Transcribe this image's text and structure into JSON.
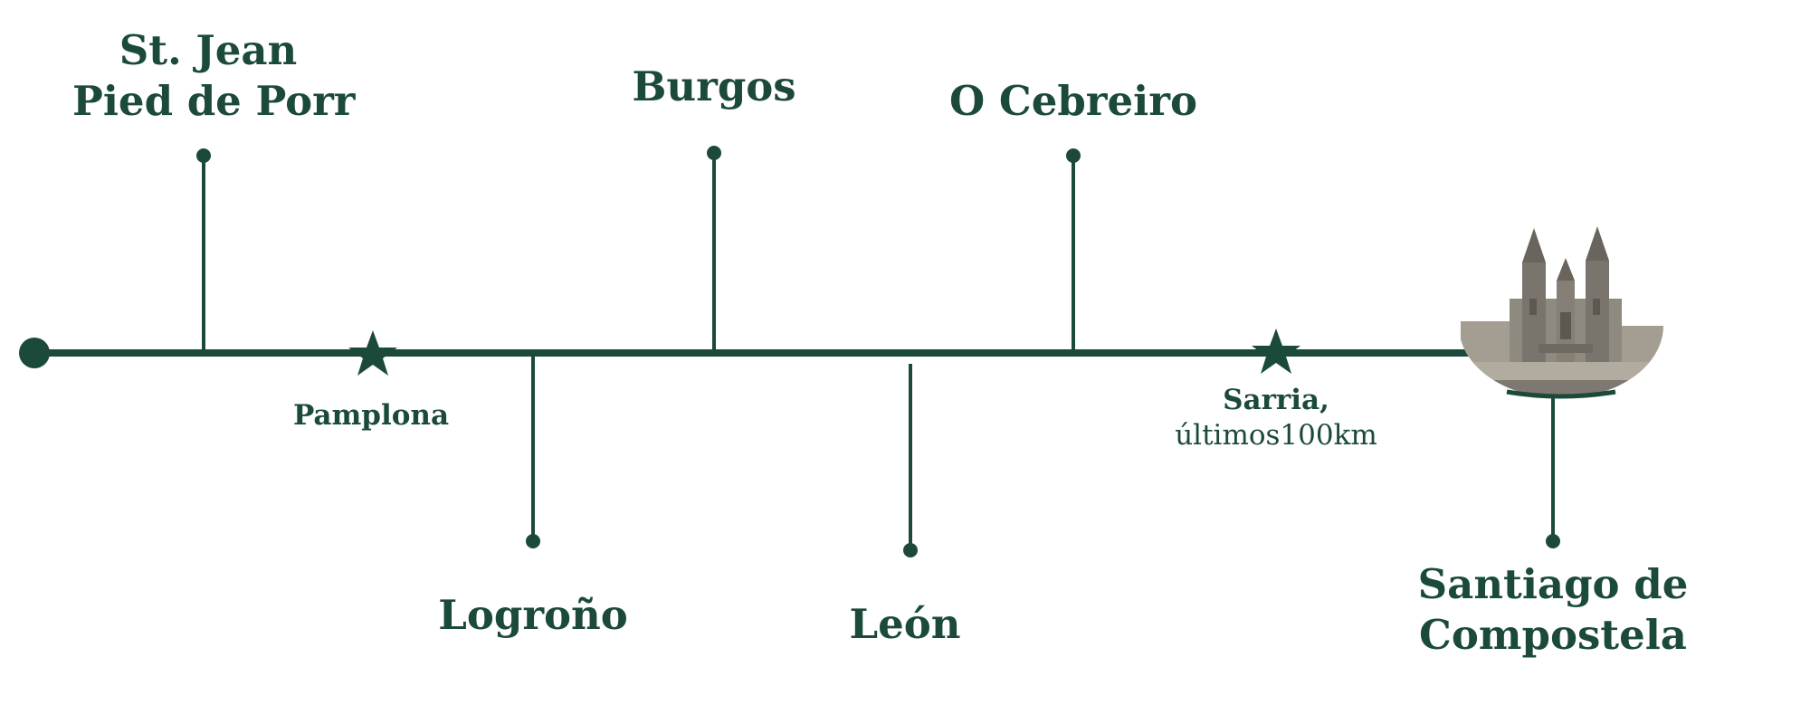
{
  "colors": {
    "line": "#1b4a3b",
    "text": "#1b4a3b",
    "cathedral_stone": "#8f8a80",
    "cathedral_shadow": "#5d5850"
  },
  "timeline": {
    "stops": [
      {
        "id": "st-jean",
        "line1": "St. Jean",
        "line2": "Pied de Porr",
        "side": "above",
        "marker": "pin"
      },
      {
        "id": "pamplona",
        "line1": "Pamplona",
        "side": "below",
        "marker": "star"
      },
      {
        "id": "logrono",
        "line1": "Logroño",
        "side": "below",
        "marker": "pin"
      },
      {
        "id": "burgos",
        "line1": "Burgos",
        "side": "above",
        "marker": "pin"
      },
      {
        "id": "leon",
        "line1": "León",
        "side": "below",
        "marker": "pin"
      },
      {
        "id": "o-cebreiro",
        "line1": "O Cebreiro",
        "side": "above",
        "marker": "pin"
      },
      {
        "id": "sarria",
        "line1": "Sarria,",
        "line2": "últimos100km",
        "side": "below",
        "marker": "star"
      },
      {
        "id": "santiago",
        "line1": "Santiago de",
        "line2": "Compostela",
        "side": "below",
        "marker": "cathedral-image"
      }
    ]
  }
}
